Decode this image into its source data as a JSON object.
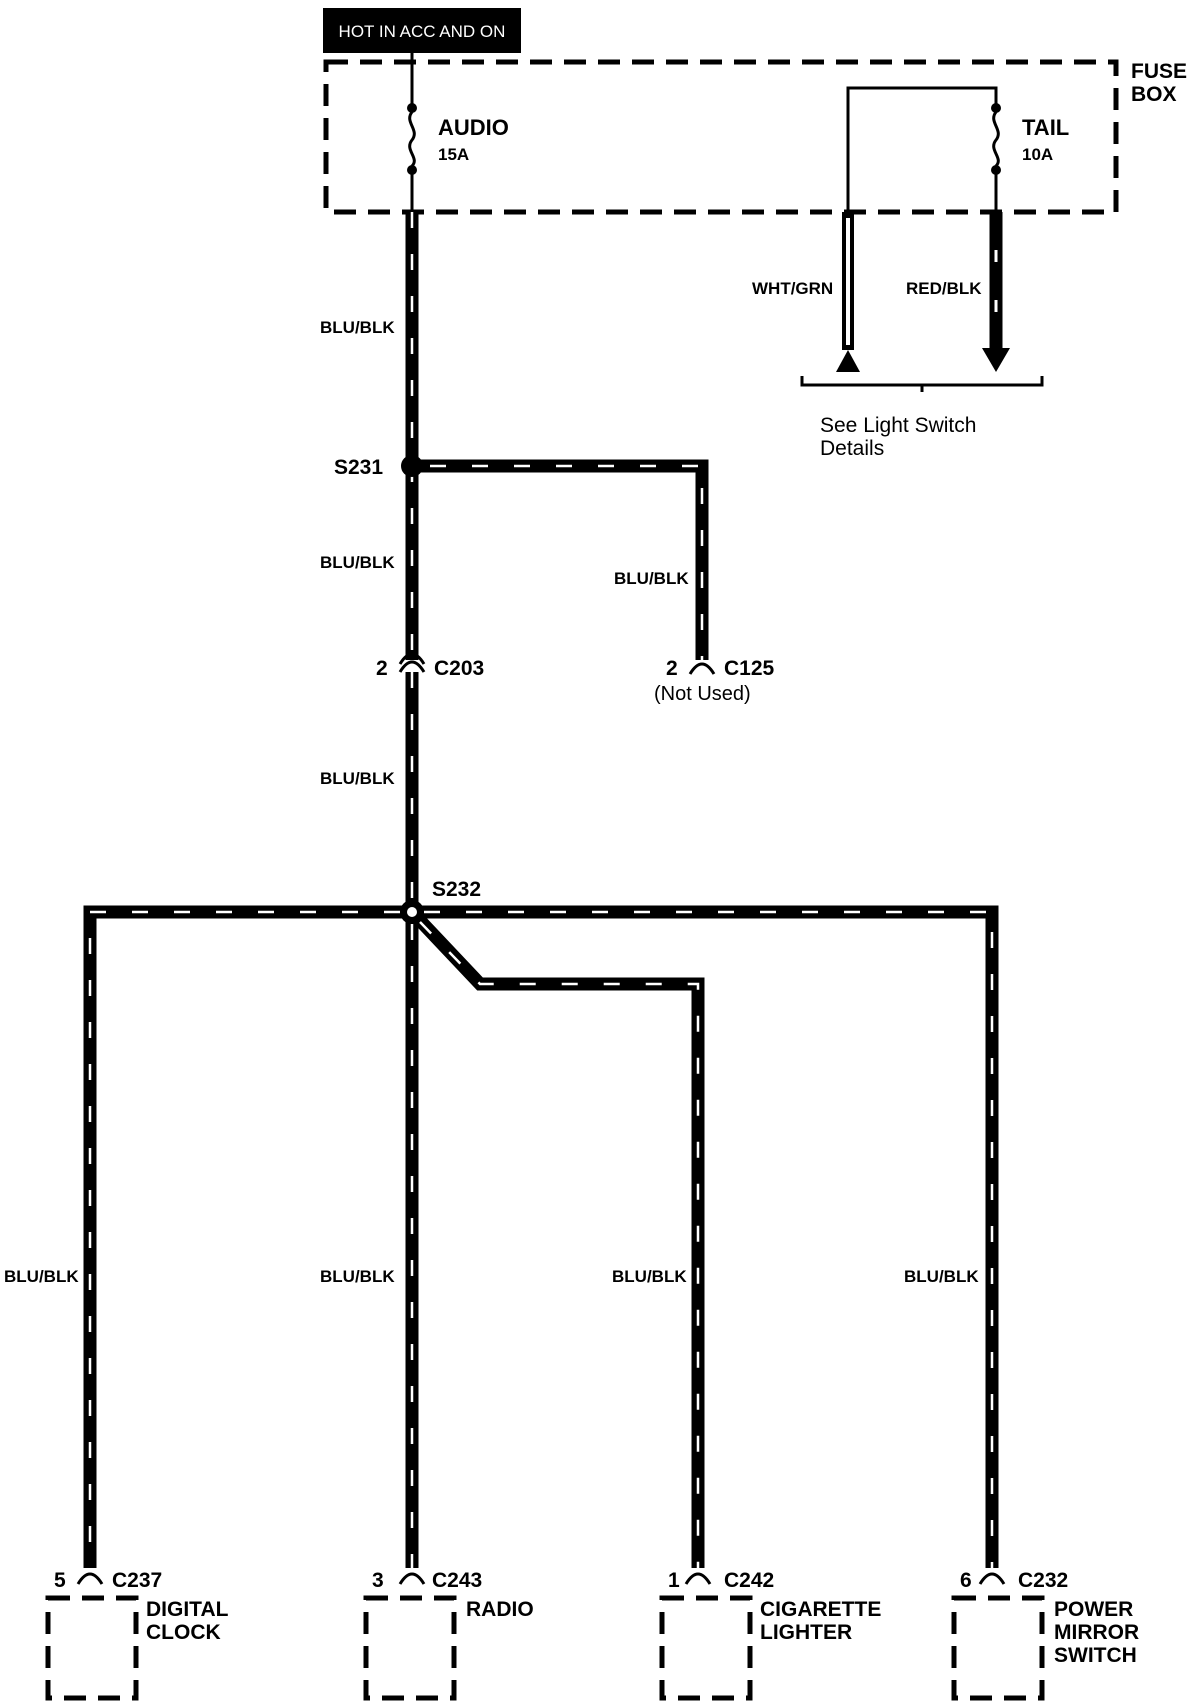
{
  "header": {
    "power_label": "HOT IN ACC  AND ON"
  },
  "fuse_box": {
    "label_line1": "FUSE",
    "label_line2": "BOX",
    "audio_fuse": {
      "name": "AUDIO",
      "rating": "15A"
    },
    "tail_fuse": {
      "name": "TAIL",
      "rating": "10A"
    }
  },
  "wires": {
    "main": "BLU/BLK",
    "wht_grn": "WHT/GRN",
    "red_blk": "RED/BLK"
  },
  "light_switch_ref": {
    "line1": "See Light Switch",
    "line2": "Details"
  },
  "splices": {
    "s231": "S231",
    "s232": "S232"
  },
  "connectors": {
    "c203": {
      "pin": "2",
      "name": "C203"
    },
    "c125": {
      "pin": "2",
      "name": "C125",
      "note": "(Not Used)"
    }
  },
  "components": [
    {
      "pin": "5",
      "connector": "C237",
      "line1": "DIGITAL",
      "line2": "CLOCK",
      "line3": ""
    },
    {
      "pin": "3",
      "connector": "C243",
      "line1": "RADIO",
      "line2": "",
      "line3": ""
    },
    {
      "pin": "1",
      "connector": "C242",
      "line1": "CIGARETTE",
      "line2": "LIGHTER",
      "line3": ""
    },
    {
      "pin": "6",
      "connector": "C232",
      "line1": "POWER",
      "line2": "MIRROR",
      "line3": "SWITCH"
    }
  ],
  "colors": {
    "ink": "#000000",
    "paper": "#ffffff"
  }
}
